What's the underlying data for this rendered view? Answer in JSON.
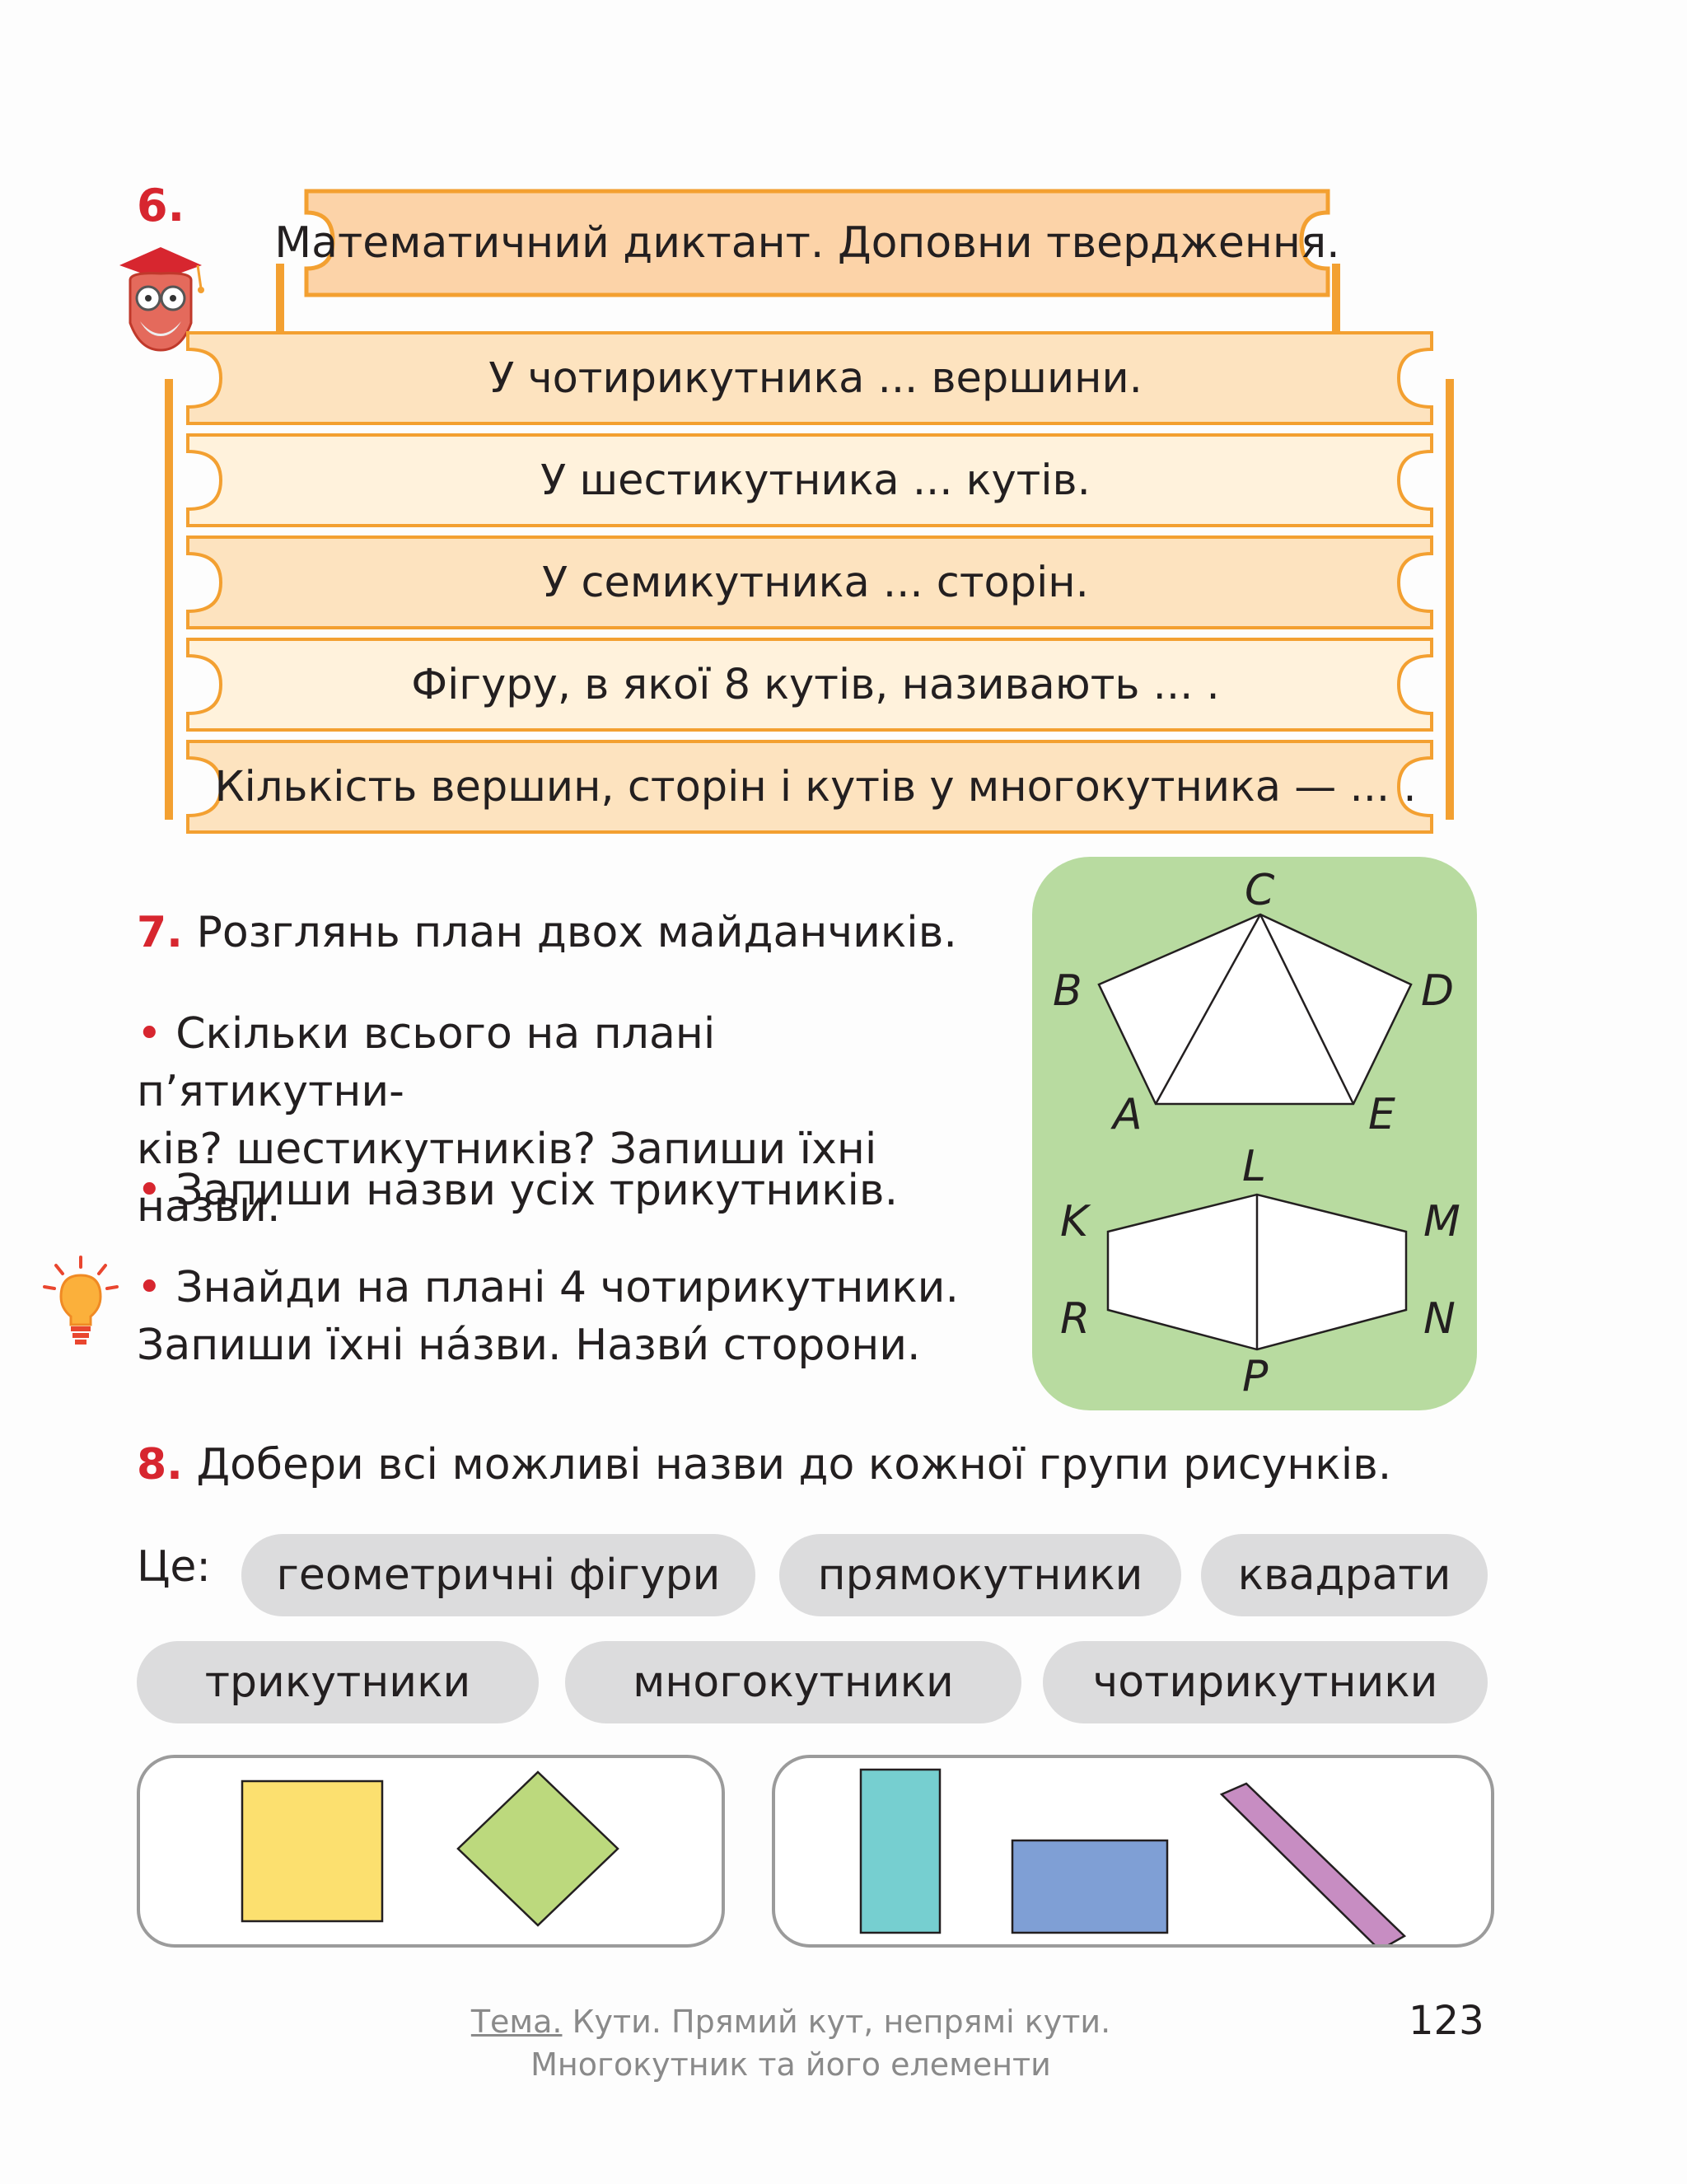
{
  "task6": {
    "number": "6.",
    "header": "Математичний диктант. Доповни твердження.",
    "rows": [
      "У чотирикутника ... вершини.",
      "У шестикутника ... кутів.",
      "У семикутника ... сторін.",
      "Фігуру, в якої 8 кутів, називають ... .",
      "Кількість вершин, сторін і кутів у многокутника — ... ."
    ],
    "colors": {
      "orange": "#f3a031",
      "fill": "#fde3bf",
      "fill_light": "#fff2dc",
      "header_fill": "#fcd3a8"
    }
  },
  "task7": {
    "number": "7.",
    "title": "Розглянь план двох майданчиків.",
    "bullet": "•",
    "q1_line1": "Скільки всього на плані п’ятикутни-",
    "q1_line2": "ків? шестикутників? Запиши їхні назви.",
    "q2": "Запиши назви усіх трикутників.",
    "q3_line1": "Знайди на плані 4 чотирикутники.",
    "q3_line2": "Запиши їхні на́зви. Назви́ сторони.",
    "plan_labels": {
      "C": "C",
      "B": "B",
      "D": "D",
      "A": "A",
      "E": "E",
      "L": "L",
      "K": "K",
      "M": "M",
      "R": "R",
      "N": "N",
      "P": "P"
    },
    "plan_color": "#b8dba0"
  },
  "task8": {
    "number": "8.",
    "title": "Добери всі можливі назви до кожної групи рисунків.",
    "prefix": "Це:",
    "chips_row1": [
      "геометричні фігури",
      "прямокутники",
      "квадрати"
    ],
    "chips_row2": [
      "трикутники",
      "многокутники",
      "чотирикутники"
    ],
    "shape_colors": {
      "yellow_square": "#fce06f",
      "green_diamond": "#bcd97d",
      "teal_rect": "#76cfd0",
      "blue_rect": "#7f9fd5",
      "purple_rect": "#c78dc2"
    }
  },
  "footer": {
    "topic_label": "Тема.",
    "topic_line1": "Кути. Прямий кут, непрямі кути.",
    "topic_line2": "Многокутник та його елементи",
    "page_number": "123"
  }
}
